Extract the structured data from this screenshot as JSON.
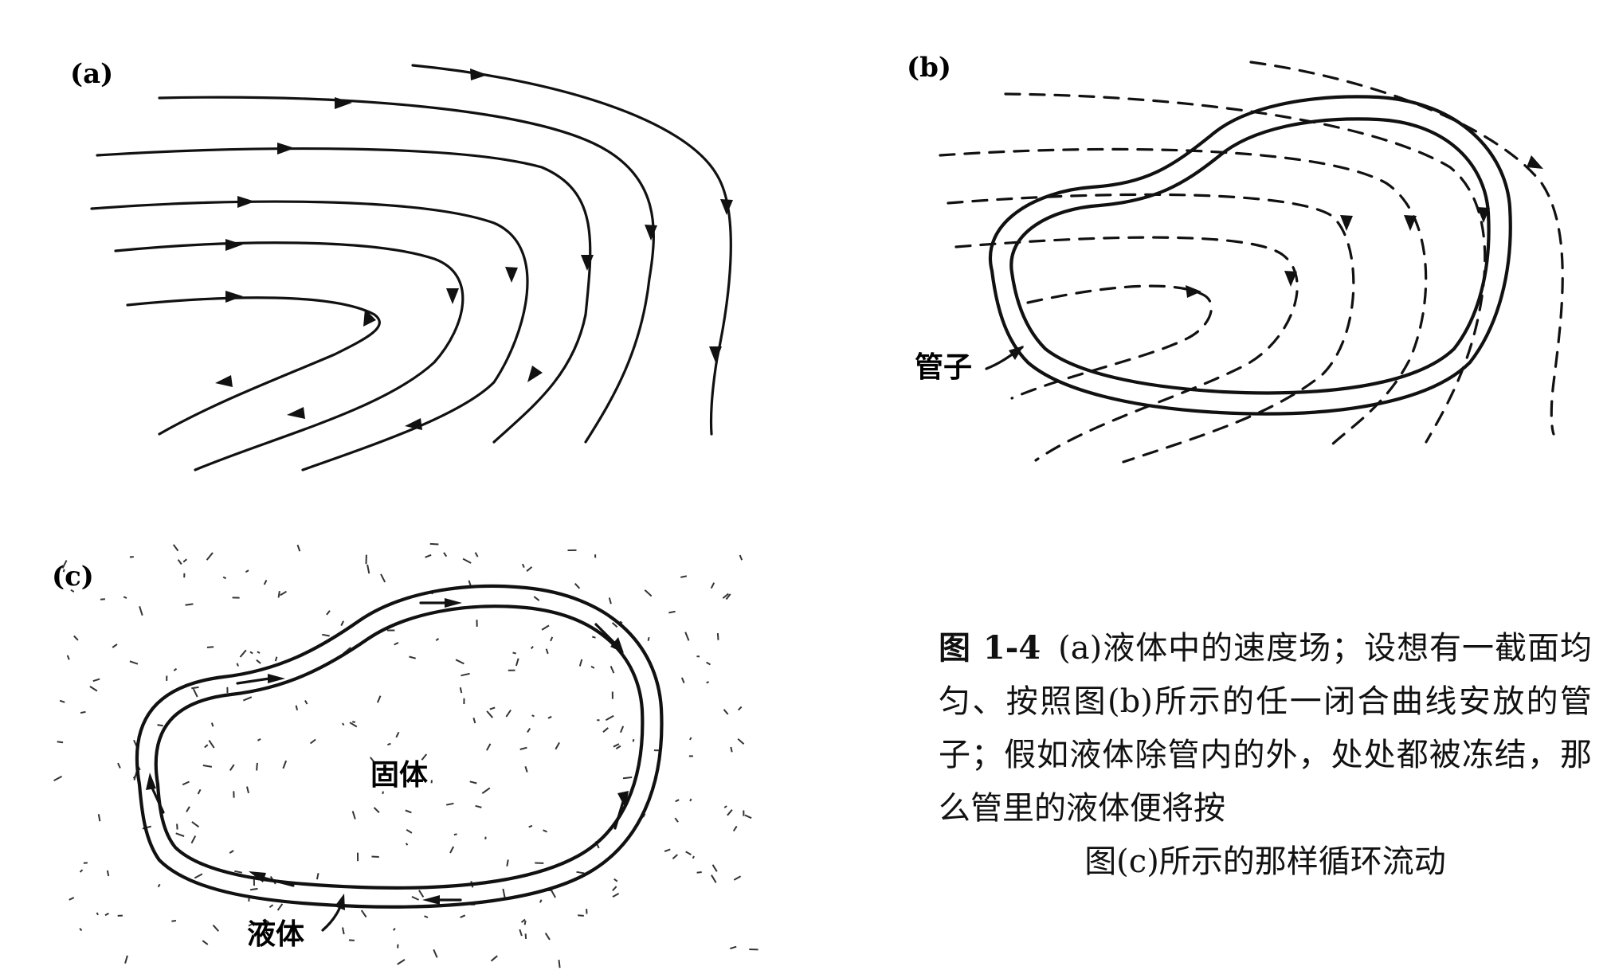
{
  "panels": {
    "a": {
      "label": "(a)"
    },
    "b": {
      "label": "(b)",
      "tube_label": "管子"
    },
    "c": {
      "label": "(c)",
      "solid_label": "固体",
      "liquid_label": "液体"
    }
  },
  "caption": {
    "figure_number": "图 1-4",
    "text": "(a)液体中的速度场；设想有一截面均匀、按照图(b)所示的任一闭合曲线安放的管子；假如液体除管内的外，处处都被冻结，那么管里的液体便将按",
    "last_line": "图(c)所示的那样循环流动"
  }
}
